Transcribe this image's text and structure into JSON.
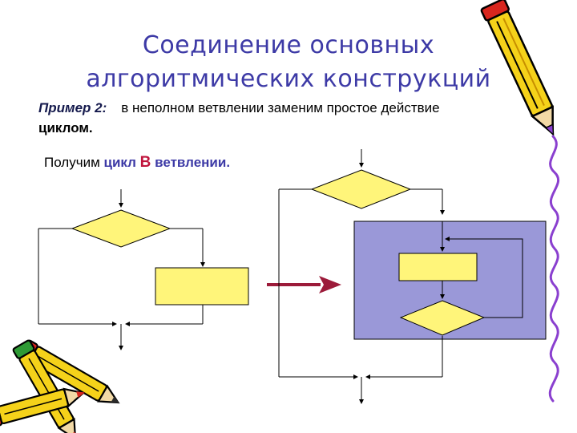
{
  "title": {
    "line1": "Соединение основных",
    "line2": "алгоритмических конструкций"
  },
  "example": {
    "label": "Пример 2:",
    "text": "в неполном ветвлении заменим простое действие",
    "text_bold": "циклом."
  },
  "result": {
    "prefix": "Получим",
    "word1": "цикл",
    "word2": "В",
    "word3": "ветвлении."
  },
  "colors": {
    "title": "#3d3aa6",
    "shape_fill": "#fff57a",
    "loop_background": "#9a98d8",
    "arrow": "#9c1b3a",
    "pencil_yellow": "#f5d21a",
    "pencil_red": "#d8261e",
    "pencil_purple": "#8a3fcf"
  },
  "decorations": {
    "top_right": "pencil-icon",
    "bottom_left": "pencils-icon",
    "right_edge": "squiggle-decoration"
  }
}
